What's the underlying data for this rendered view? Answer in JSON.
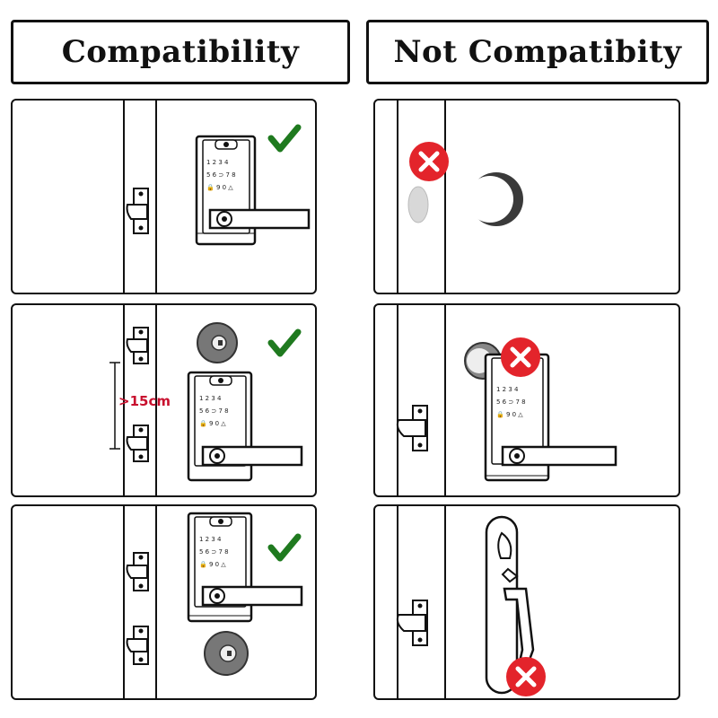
{
  "headers": {
    "compatible": "Compatibility",
    "incompatible": "Not Compatibity"
  },
  "annotations": {
    "gap_label": ">15cm"
  },
  "keypad": {
    "row1": [
      "1",
      "2",
      "3",
      "4"
    ],
    "row2": [
      "5",
      "6",
      "7"
    ],
    "row3": [
      "9",
      "0"
    ]
  },
  "icons": {
    "compatible_mark": "check-icon",
    "incompatible_mark": "cross-icon"
  },
  "colors": {
    "check": "#1f7a1f",
    "cross": "#e3242b",
    "outline": "#111111"
  }
}
